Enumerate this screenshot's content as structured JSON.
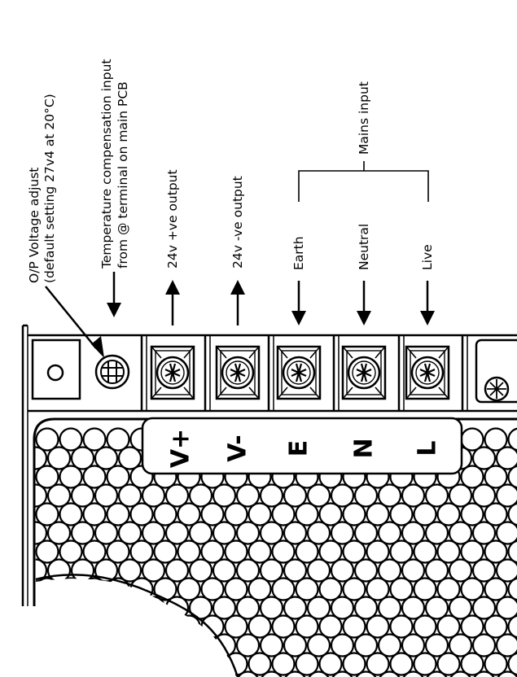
{
  "labels": {
    "voltage_adjust_line1": "O/P Voltage adjust",
    "voltage_adjust_line2": "(default setting 27v4 at 20°C)",
    "temp_comp_line1": "Temperature compensation input",
    "temp_comp_line2": "from @ terminal on main PCB",
    "pos_output": "24v +ve output",
    "neg_output": "24v -ve output",
    "earth": "Earth",
    "neutral": "Neutral",
    "live": "Live",
    "mains_input": "Mains input"
  },
  "terminal_letters": {
    "v_plus": "V+",
    "v_minus": "V-",
    "earth": "E",
    "neutral": "N",
    "live": "L"
  },
  "colors": {
    "ink": "#000000",
    "background": "#ffffff"
  }
}
